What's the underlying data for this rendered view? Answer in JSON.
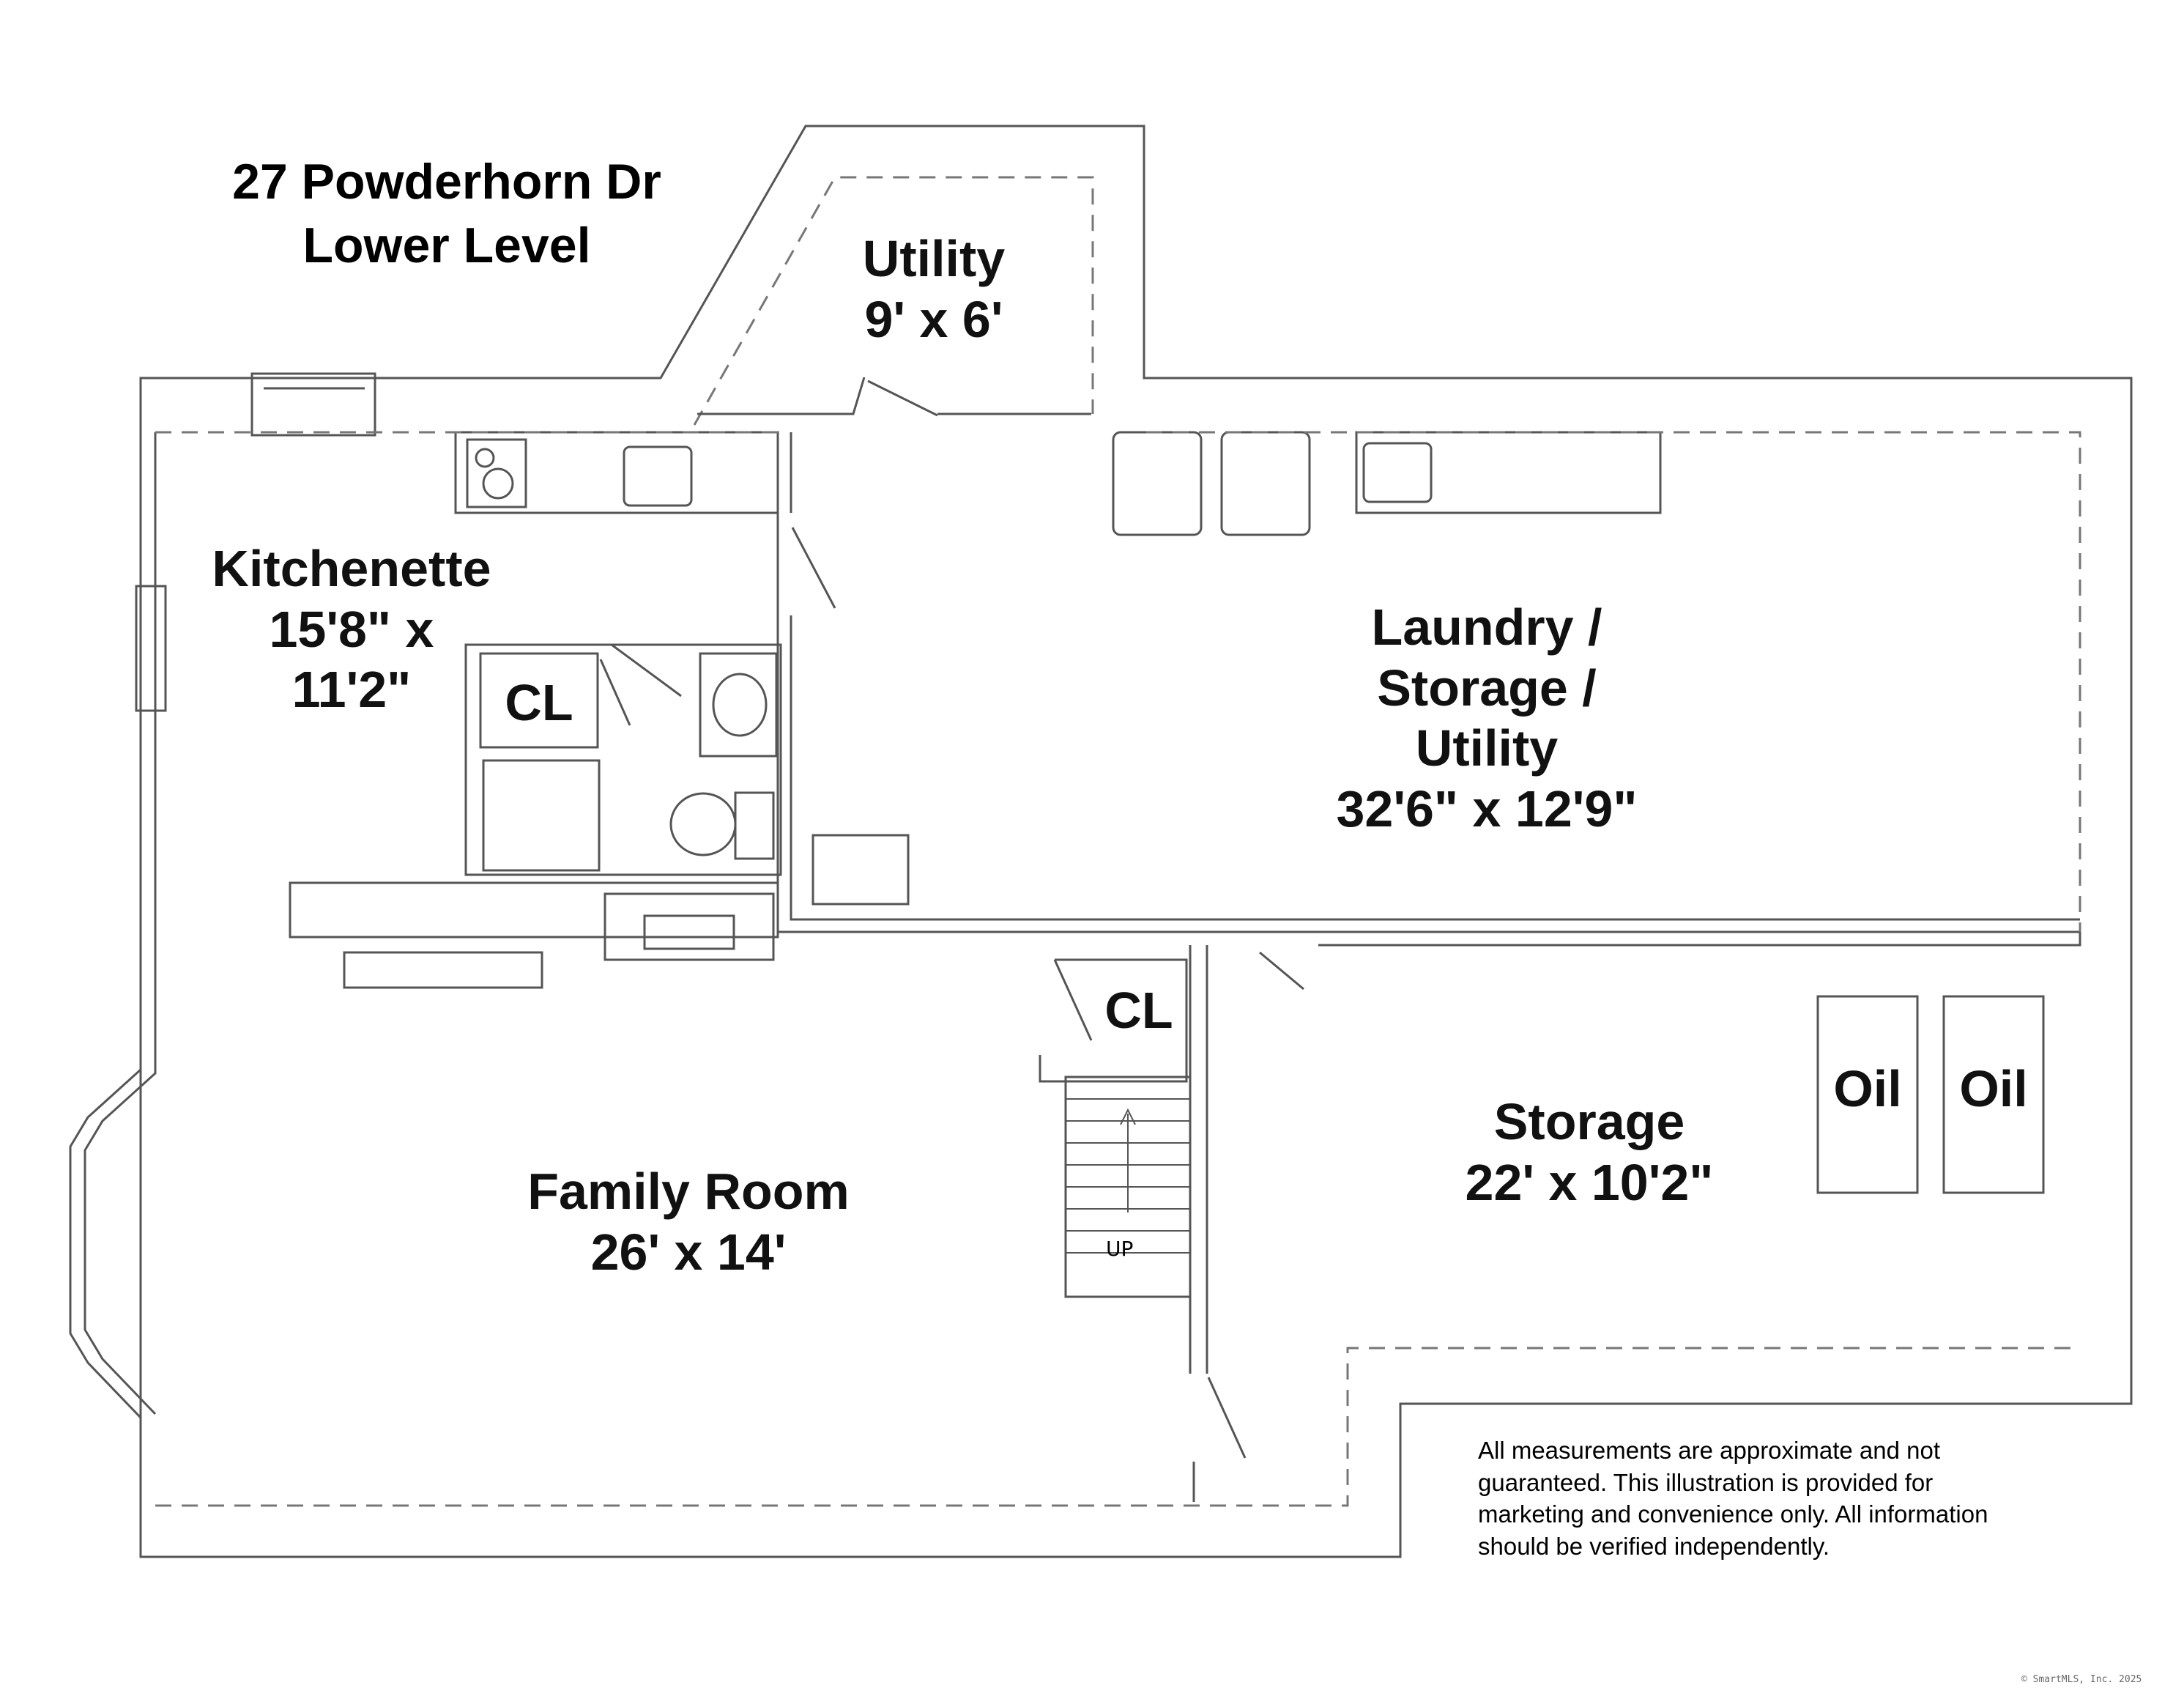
{
  "title": {
    "line1": "27 Powderhorn Dr",
    "line2": "Lower Level"
  },
  "rooms": {
    "utility": {
      "name": "Utility",
      "dims": "9' x 6'"
    },
    "kitchenette": {
      "name": "Kitchenette",
      "dims_line1": "15'8\" x",
      "dims_line2": "11'2\""
    },
    "closet_bath": {
      "name": "CL"
    },
    "laundry": {
      "line1": "Laundry /",
      "line2": "Storage /",
      "line3": "Utility",
      "dims": "32'6\" x 12'9\""
    },
    "closet_stair": {
      "name": "CL"
    },
    "family_room": {
      "name": "Family Room",
      "dims": "26' x 14'"
    },
    "storage": {
      "name": "Storage",
      "dims": "22' x 10'2\""
    },
    "oil_tank_1": {
      "label": "Oil"
    },
    "oil_tank_2": {
      "label": "Oil"
    },
    "stairs": {
      "label": "UP"
    }
  },
  "disclaimer": {
    "line1": "All measurements are approximate and not",
    "line2": "guaranteed. This illustration is provided for",
    "line3": "marketing and convenience only. All information",
    "line4": "should be verified independently."
  },
  "copyright": "© SmartMLS, Inc. 2025",
  "colors": {
    "wall": "#555555",
    "dash": "#777777",
    "background": "#ffffff",
    "text": "#111111"
  }
}
